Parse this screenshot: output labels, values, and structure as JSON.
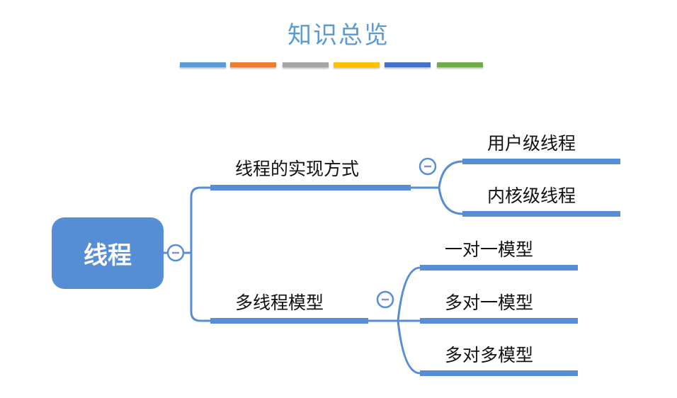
{
  "header": {
    "title": "知识总览",
    "color_bars": [
      "#5b9bd5",
      "#ed7d31",
      "#a5a5a5",
      "#ffc000",
      "#4472c4",
      "#70ad47"
    ]
  },
  "mindmap": {
    "line_color": "#558ed5",
    "root": {
      "label": "线程",
      "collapse": "−"
    },
    "branches": [
      {
        "label": "线程的实现方式",
        "collapse": "−",
        "children": [
          {
            "label": "用户级线程"
          },
          {
            "label": "内核级线程"
          }
        ]
      },
      {
        "label": "多线程模型",
        "collapse": "−",
        "children": [
          {
            "label": "一对一模型"
          },
          {
            "label": "多对一模型"
          },
          {
            "label": "多对多模型"
          }
        ]
      }
    ]
  }
}
